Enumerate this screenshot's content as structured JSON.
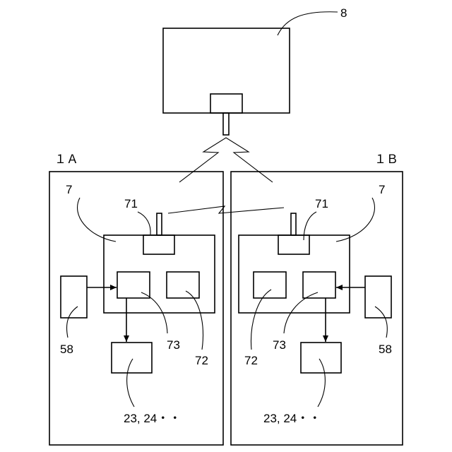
{
  "labels": {
    "server": "8",
    "unit_a": "１Ａ",
    "unit_b": "１Ｂ",
    "controller_a": "7",
    "controller_b": "7",
    "antenna_a": "71",
    "antenna_b": "71",
    "memory_a": "72",
    "memory_b": "72",
    "processor_a": "73",
    "processor_b": "73",
    "sensor_a": "58",
    "sensor_b": "58",
    "devices_a": "23, 24・・",
    "devices_b": "23, 24・・"
  }
}
